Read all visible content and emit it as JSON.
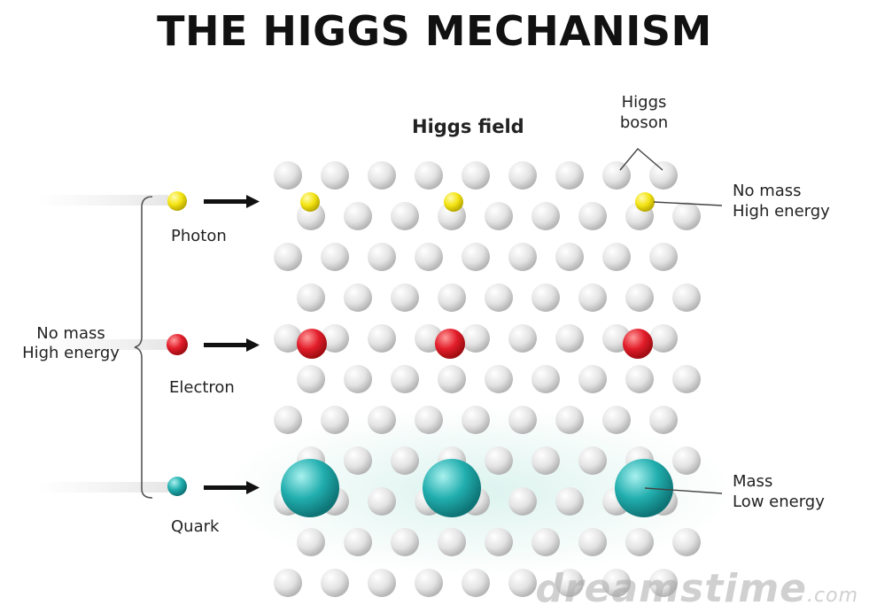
{
  "title": "THE HIGGS MECHANISM",
  "higgs_field_label": "Higgs field",
  "higgs_boson_label": [
    "Higgs",
    "boson"
  ],
  "left_bracket_label": [
    "No mass",
    "High energy"
  ],
  "particles": [
    {
      "name": "Photon",
      "color": "#f2e30e"
    },
    {
      "name": "Electron",
      "color": "#e41e2a"
    },
    {
      "name": "Quark",
      "color": "#1fa7a7"
    }
  ],
  "right_labels": {
    "photon": [
      "No mass",
      "High energy"
    ],
    "quark": [
      "Mass",
      "Low energy"
    ]
  },
  "watermark": {
    "text": "dreamstime",
    "suffix": ".com"
  }
}
